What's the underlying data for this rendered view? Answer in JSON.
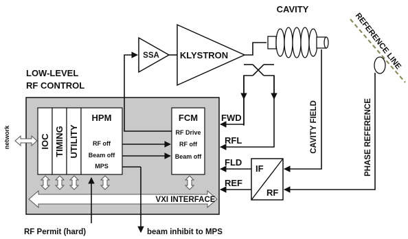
{
  "labels": {
    "cavity": "CAVITY",
    "reference_line": "REFERENCE LINE",
    "ssa": "SSA",
    "klystron": "KLYSTRON",
    "llrf_title_1": "LOW-LEVEL",
    "llrf_title_2": "RF CONTROL",
    "network": "network",
    "ioc": "IOC",
    "timing": "TIMING",
    "utility": "UTILITY",
    "hpm": "HPM",
    "hpm_rf_off": "RF off",
    "hpm_beam_off": "Beam off",
    "hpm_mps": "MPS",
    "fcm": "FCM",
    "fcm_rf_drive": "RF Drive",
    "fcm_rf_off": "RF off",
    "fcm_beam_off": "Beam off",
    "fwd": "FWD",
    "rfl": "RFL",
    "fld": "FLD",
    "ref": "REF",
    "if": "IF",
    "rf": "RF",
    "cavity_field": "CAVITY FIELD",
    "phase_reference": "PHASE REFERENCE",
    "vxi_interface": "VXI INTERFACE",
    "rf_permit": "RF Permit (hard)",
    "beam_inhibit": "beam inhibit to MPS"
  },
  "colors": {
    "chassis_fill": "#c9c9c9",
    "module_fill": "#ffffff",
    "line": "#111111",
    "reference_line_dash": "#8a8a5a"
  }
}
